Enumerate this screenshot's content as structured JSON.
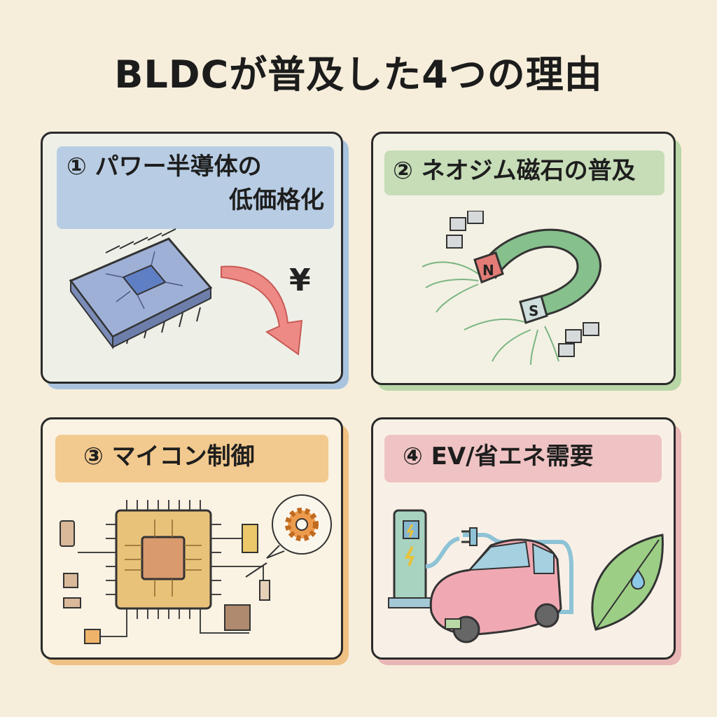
{
  "title": "BLDCが普及した4つの理由",
  "panels": [
    {
      "number": "①",
      "label_line1": "パワー半導体の",
      "label_line2": "低価格化",
      "yen_symbol": "¥",
      "color": "#b8cde3",
      "bg": "#eef0e8"
    },
    {
      "number": "②",
      "label": "ネオジム磁石の普及",
      "pole_n": "N",
      "pole_s": "S",
      "color": "#c6ddb8",
      "bg": "#f3f1e3"
    },
    {
      "number": "③",
      "label": "マイコン制御",
      "color": "#f2c98e",
      "bg": "#faf2e2"
    },
    {
      "number": "④",
      "label": "EV/省エネ需要",
      "color": "#efc3c3",
      "bg": "#f8f0e6"
    }
  ]
}
